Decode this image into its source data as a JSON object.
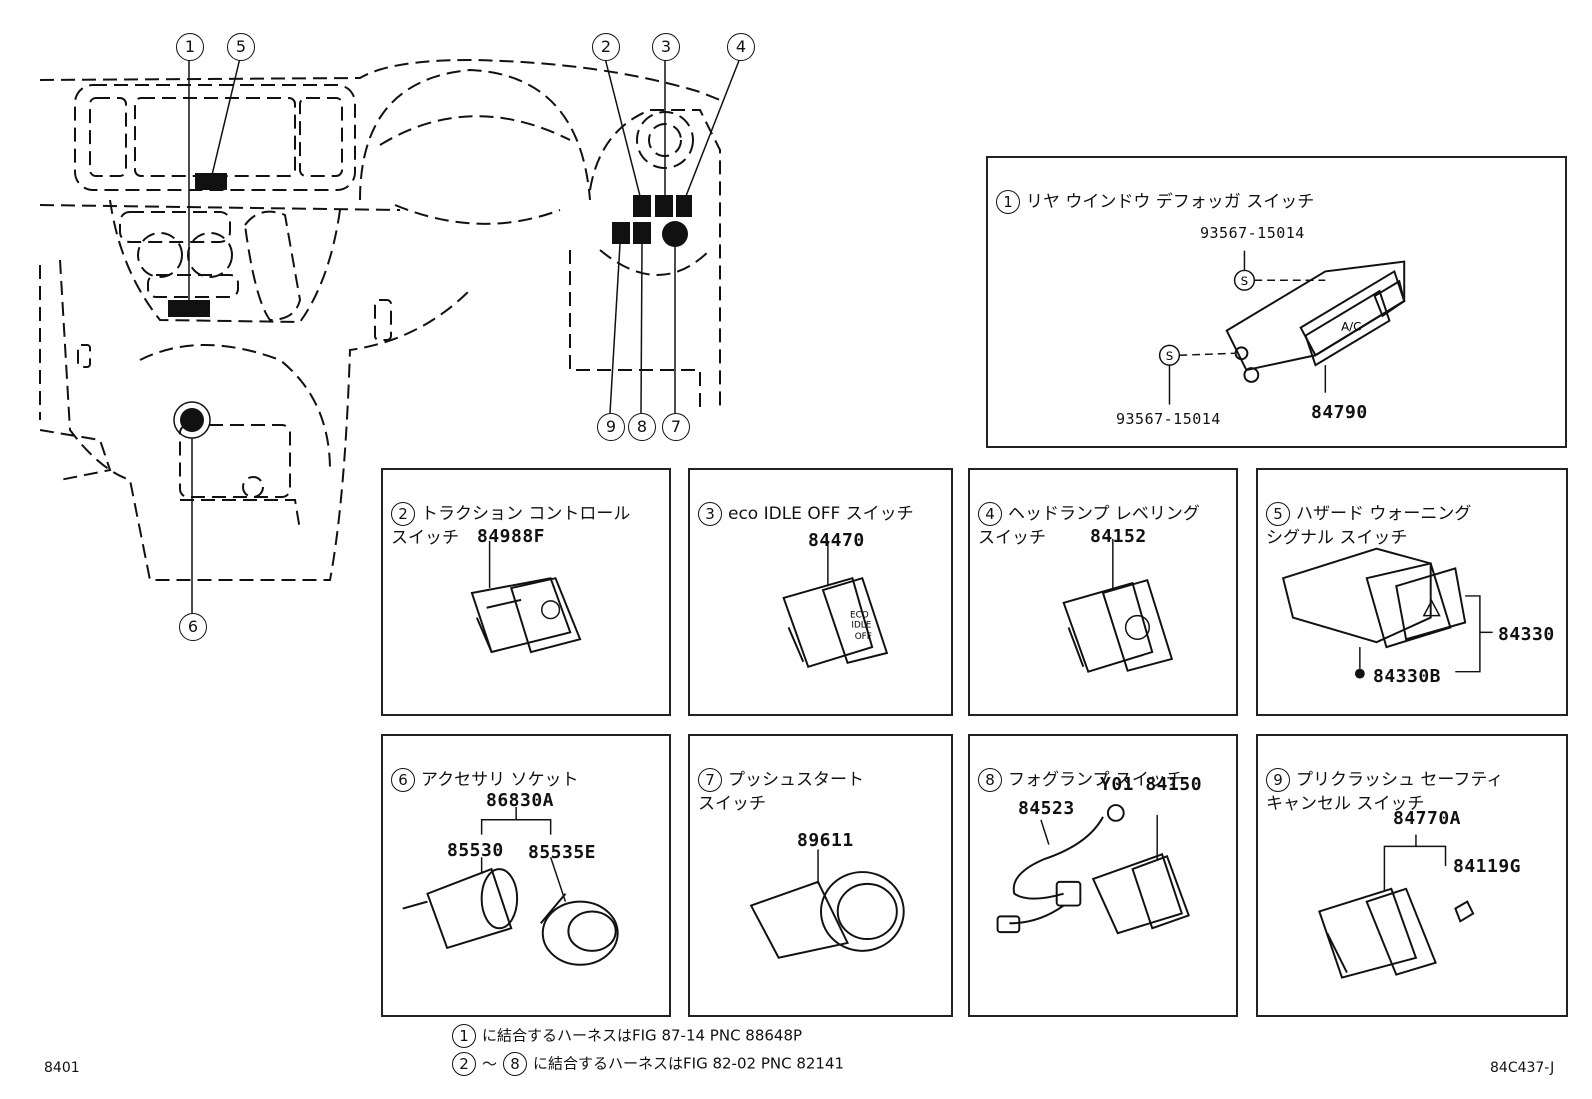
{
  "callouts": [
    "1",
    "2",
    "3",
    "4",
    "5",
    "6",
    "7",
    "8",
    "9"
  ],
  "panels": {
    "p1": {
      "num": "1",
      "title": "リヤ ウインドウ デフォッガ スイッチ",
      "parts": [
        "93567-15014",
        "93567-15014",
        "84790"
      ],
      "button_labels": [
        "A/C"
      ]
    },
    "p2": {
      "num": "2",
      "title": "トラクション コントロール\nスイッチ",
      "parts": [
        "84988F"
      ]
    },
    "p3": {
      "num": "3",
      "title": "eco IDLE OFF スイッチ",
      "parts": [
        "84470"
      ],
      "button_labels": [
        "ECO",
        "IDLE",
        "OFF"
      ]
    },
    "p4": {
      "num": "4",
      "title": "ヘッドランプ レベリング\nスイッチ",
      "parts": [
        "84152"
      ]
    },
    "p5": {
      "num": "5",
      "title": "ハザード ウォーニング\nシグナル スイッチ",
      "parts": [
        "84330",
        "84330B"
      ]
    },
    "p6": {
      "num": "6",
      "title": "アクセサリ ソケット",
      "parts": [
        "86830A",
        "85530",
        "85535E"
      ]
    },
    "p7": {
      "num": "7",
      "title": "プッシュスタート\nスイッチ",
      "parts": [
        "89611"
      ]
    },
    "p8": {
      "num": "8",
      "title": "フォグランプ スイッチ",
      "parts": [
        "84523",
        "Y01 84150"
      ]
    },
    "p9": {
      "num": "9",
      "title": "プリクラッシュ セーフティ\nキャンセル スイッチ",
      "parts": [
        "84770A",
        "84119G"
      ]
    }
  },
  "footnotes": {
    "line1": {
      "num": "1",
      "text": "に結合するハーネスはFIG 87-14 PNC 88648P"
    },
    "line2": {
      "num_from": "2",
      "tilde": "～",
      "num_to": "8",
      "text": "に結合するハーネスはFIG 82-02 PNC 82141"
    }
  },
  "corner_left": "8401",
  "corner_right": "84C437-J"
}
